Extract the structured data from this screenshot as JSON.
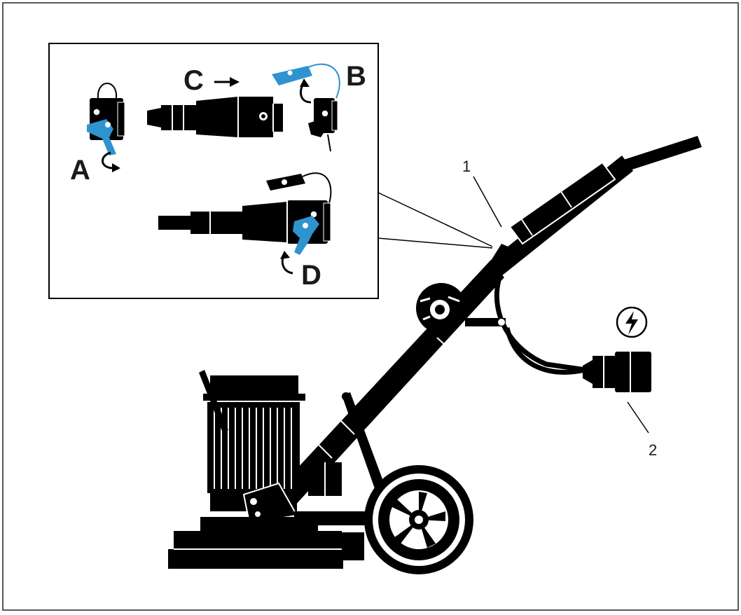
{
  "figure": {
    "inset_labels": {
      "a": "A",
      "b": "B",
      "c": "C",
      "d": "D"
    },
    "callouts": {
      "one": "1",
      "two": "2"
    },
    "icons": {
      "power_symbol": "lightning-bolt-in-circle",
      "rotate_arrow": "curved-arrow",
      "direction_arrow": "straight-arrow"
    },
    "colors": {
      "ink": "#000000",
      "accent_blue": "#2f93cf",
      "background": "#ffffff"
    }
  }
}
